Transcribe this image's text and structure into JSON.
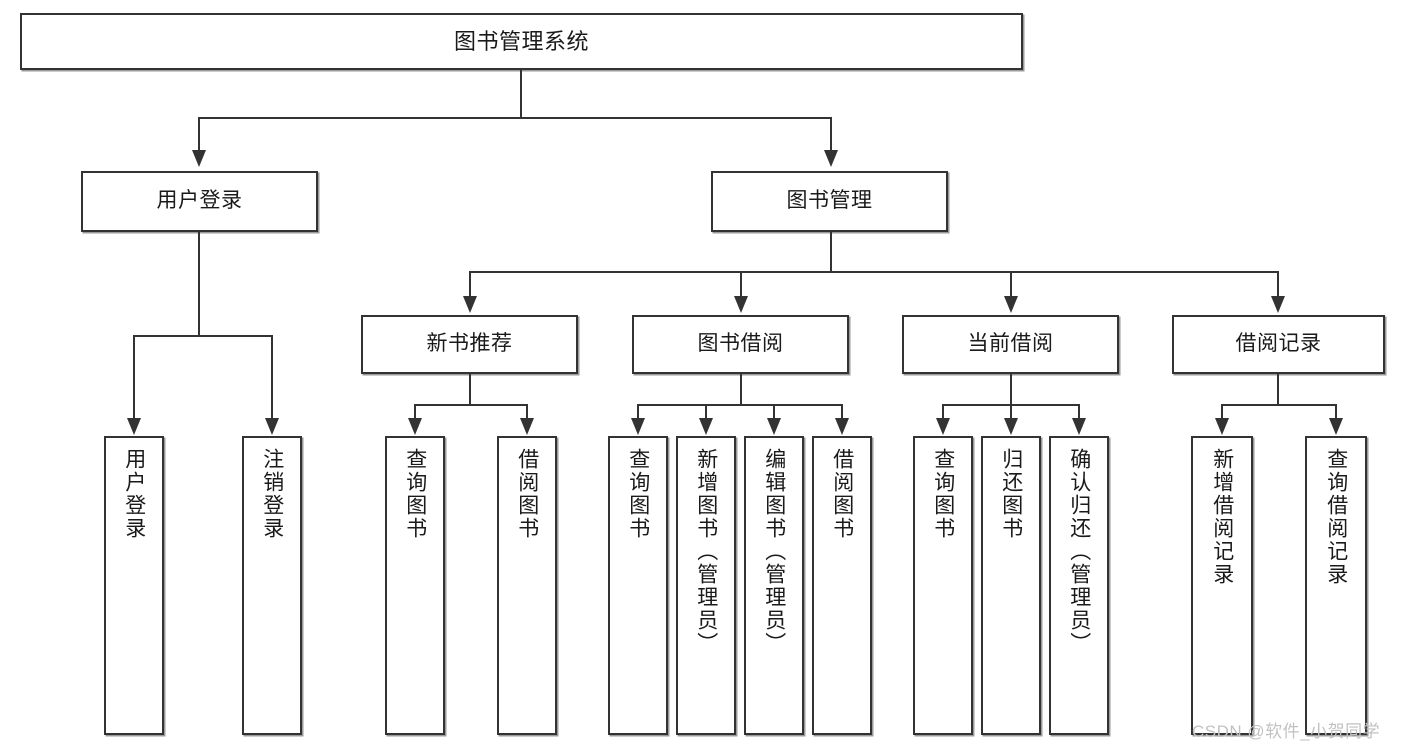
{
  "diagram": {
    "title": "图书管理系统",
    "type": "tree-hierarchy-diagram",
    "root": {
      "label": "图书管理系统"
    },
    "level2": [
      {
        "label": "用户登录"
      },
      {
        "label": "图书管理"
      }
    ],
    "level3": [
      {
        "label": "新书推荐"
      },
      {
        "label": "图书借阅"
      },
      {
        "label": "当前借阅"
      },
      {
        "label": "借阅记录"
      }
    ],
    "leaves": {
      "user_login": [
        {
          "label": "用户登录"
        },
        {
          "label": "注销登录"
        }
      ],
      "new_book_recommend": [
        {
          "label": "查询图书"
        },
        {
          "label": "借阅图书"
        }
      ],
      "book_borrow": [
        {
          "label": "查询图书"
        },
        {
          "label": "新增图书（管理员）"
        },
        {
          "label": "编辑图书（管理员）"
        },
        {
          "label": "借阅图书"
        }
      ],
      "current_borrow": [
        {
          "label": "查询图书"
        },
        {
          "label": "归还图书"
        },
        {
          "label": "确认归还（管理员）"
        }
      ],
      "borrow_record": [
        {
          "label": "新增借阅记录"
        },
        {
          "label": "查询借阅记录"
        }
      ]
    }
  },
  "watermark": {
    "text": "CSDN @软件_小贺同学"
  },
  "colors": {
    "box_border": "#333333",
    "box_fill": "#ffffff",
    "line": "#333333",
    "text": "#1a1a1a",
    "watermark": "#c2c2c2"
  }
}
